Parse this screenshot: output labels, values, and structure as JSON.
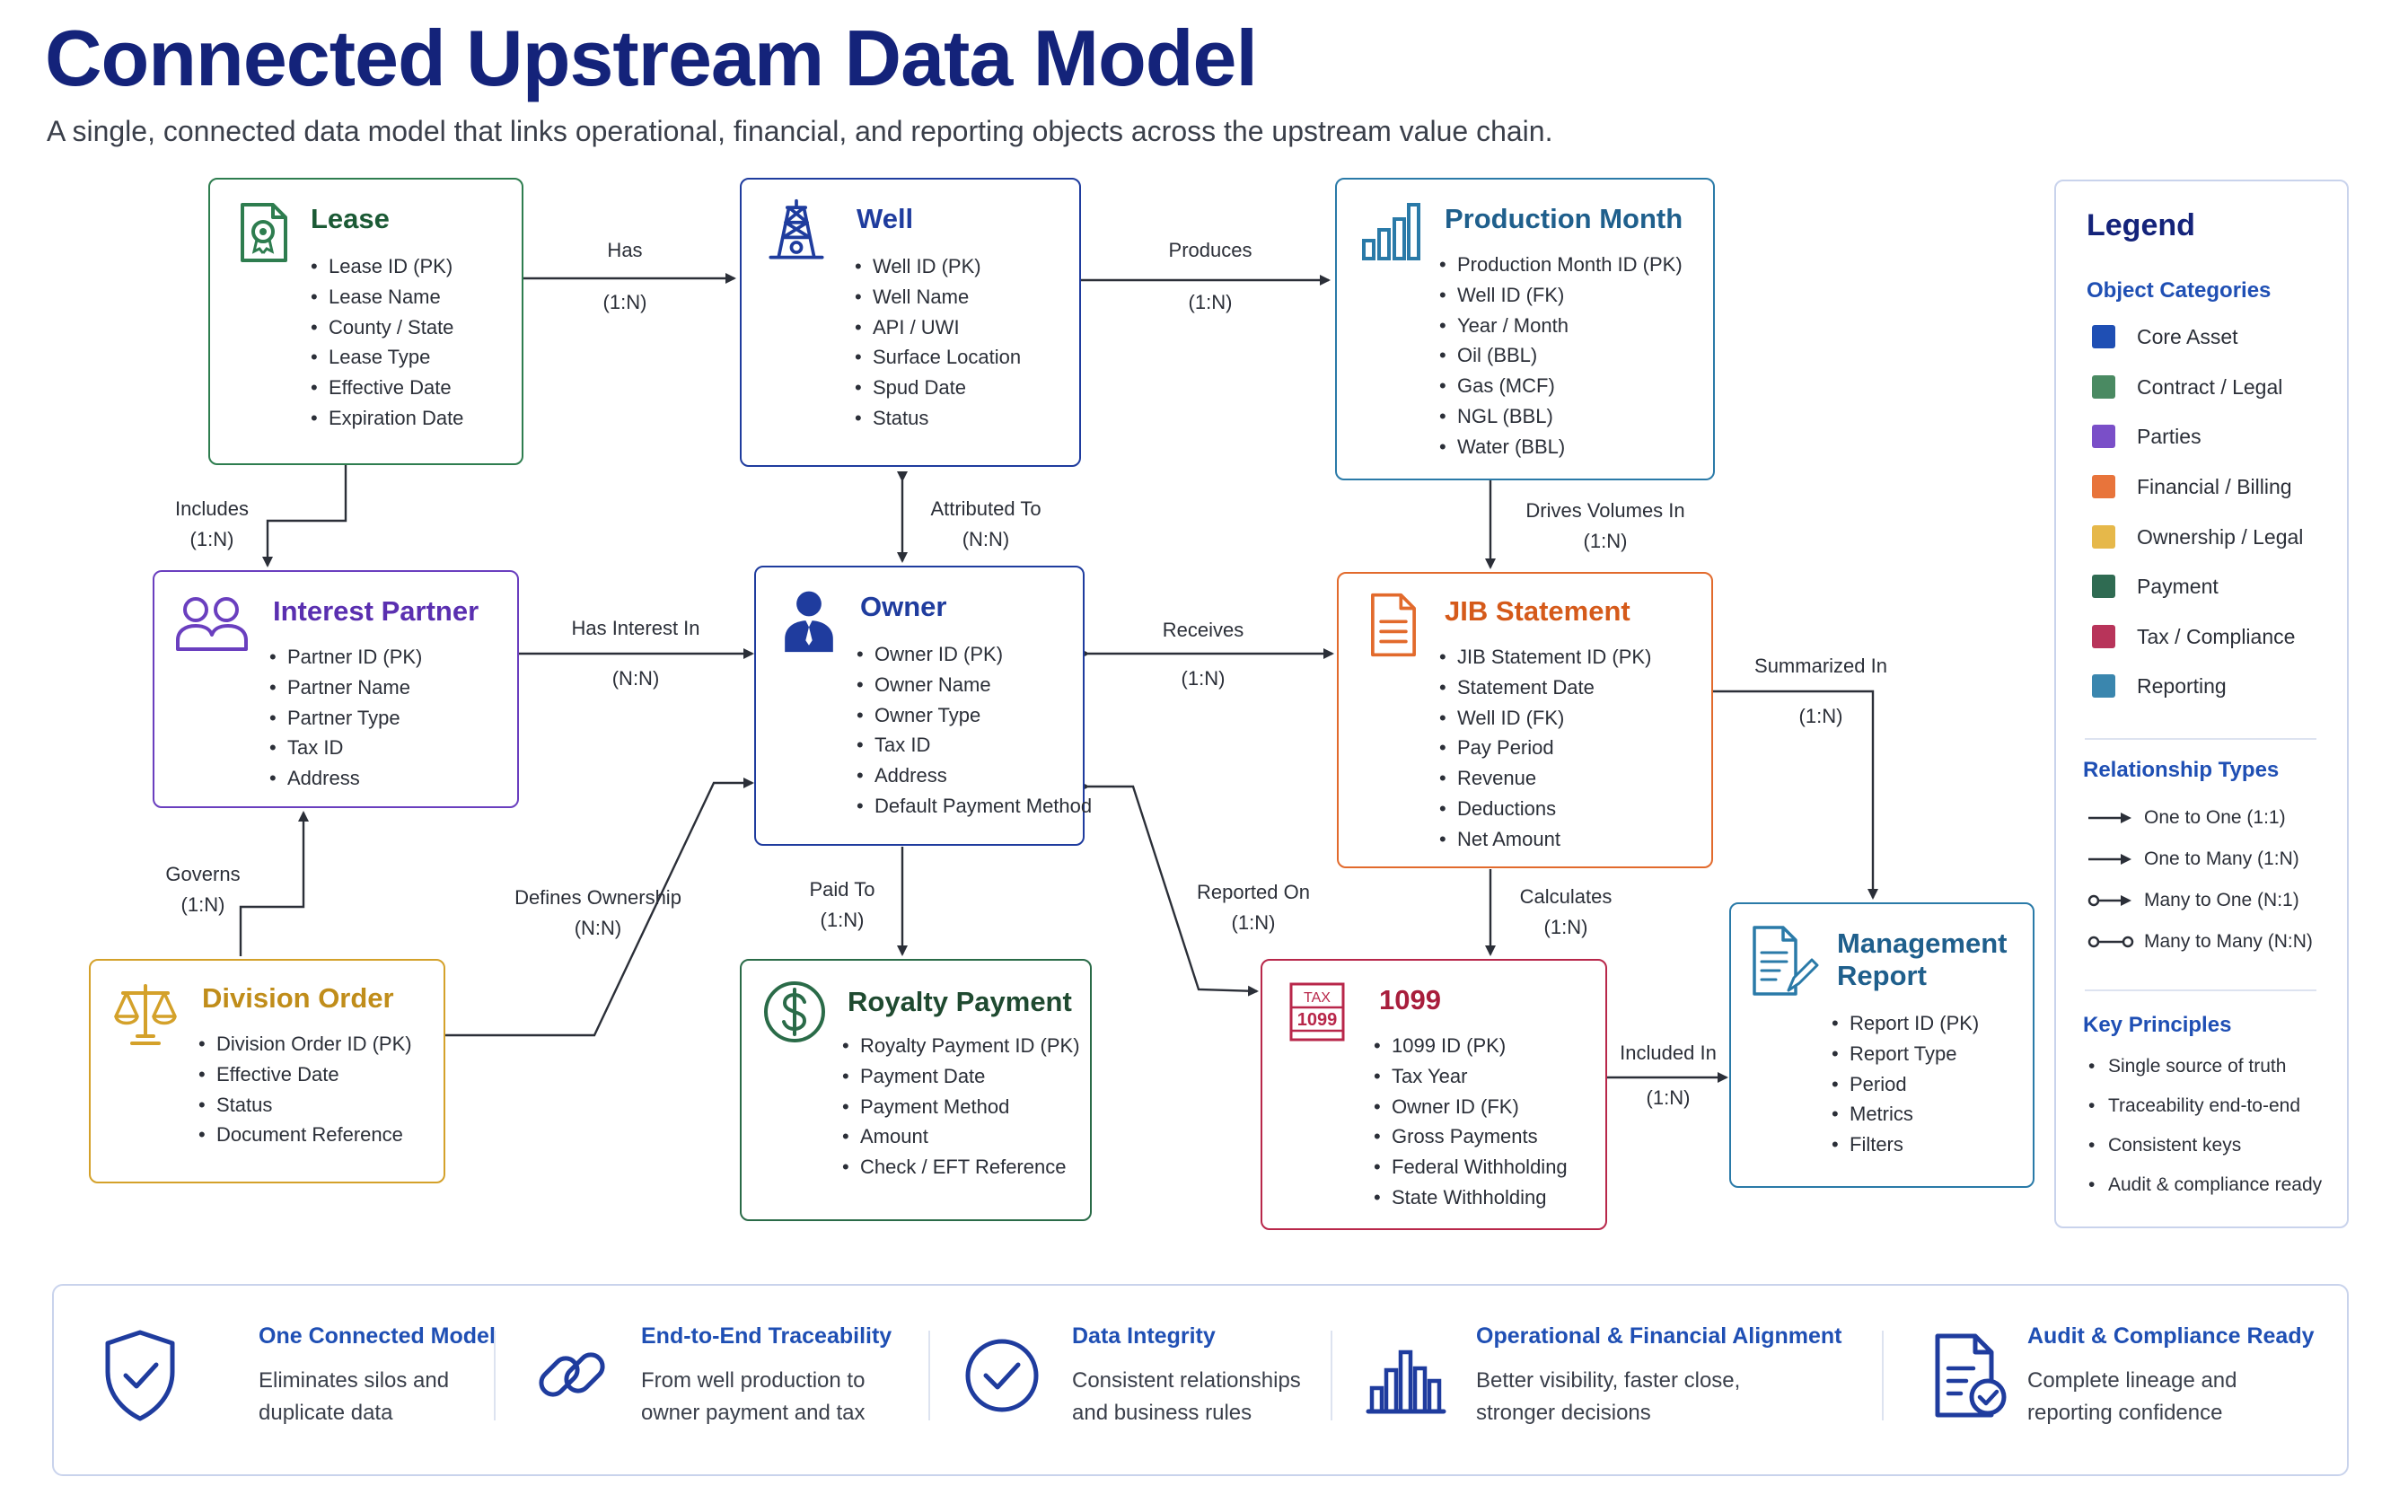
{
  "title": "Connected Upstream Data Model",
  "subtitle": "A single, connected data model that links operational, financial, and reporting objects across the upstream value chain.",
  "entities": {
    "lease": {
      "title": "Lease",
      "color": "#2e7d4f",
      "icon": "lease-certificate-icon",
      "fields": [
        "Lease ID (PK)",
        "Lease Name",
        "County / State",
        "Lease Type",
        "Effective Date",
        "Expiration Date"
      ]
    },
    "well": {
      "title": "Well",
      "color": "#1f3c9e",
      "icon": "oil-rig-icon",
      "fields": [
        "Well ID (PK)",
        "Well Name",
        "API / UWI",
        "Surface Location",
        "Spud Date",
        "Status"
      ]
    },
    "production_month": {
      "title": "Production Month",
      "color": "#2a7aa8",
      "icon": "bar-chart-icon",
      "fields": [
        "Production Month ID (PK)",
        "Well ID (FK)",
        "Year / Month",
        "Oil (BBL)",
        "Gas (MCF)",
        "NGL (BBL)",
        "Water (BBL)"
      ]
    },
    "interest_partner": {
      "title": "Interest Partner",
      "color": "#6a3fbf",
      "icon": "partners-icon",
      "fields": [
        "Partner ID (PK)",
        "Partner Name",
        "Partner Type",
        "Tax ID",
        "Address"
      ]
    },
    "owner": {
      "title": "Owner",
      "color": "#1f3c9e",
      "icon": "owner-person-icon",
      "fields": [
        "Owner ID (PK)",
        "Owner Name",
        "Owner Type",
        "Tax ID",
        "Address",
        "Default Payment Method"
      ]
    },
    "jib_statement": {
      "title": "JIB Statement",
      "color": "#e26a2c",
      "icon": "document-icon",
      "fields": [
        "JIB Statement ID (PK)",
        "Statement Date",
        "Well ID (FK)",
        "Pay Period",
        "Revenue",
        "Deductions",
        "Net Amount"
      ]
    },
    "division_order": {
      "title": "Division Order",
      "color": "#d4a12a",
      "icon": "scales-icon",
      "fields": [
        "Division Order ID (PK)",
        "Effective Date",
        "Status",
        "Document Reference"
      ]
    },
    "royalty_payment": {
      "title": "Royalty Payment",
      "color": "#2a6b48",
      "icon": "dollar-circle-icon",
      "fields": [
        "Royalty Payment ID (PK)",
        "Payment Date",
        "Payment Method",
        "Amount",
        "Check / EFT Reference"
      ]
    },
    "form_1099": {
      "title": "1099",
      "color": "#b8274a",
      "icon": "tax-1099-icon",
      "icon_text_top": "TAX",
      "icon_text_bottom": "1099",
      "fields": [
        "1099 ID (PK)",
        "Tax Year",
        "Owner ID (FK)",
        "Gross Payments",
        "Federal Withholding",
        "State Withholding"
      ]
    },
    "management_report": {
      "title": "Management Report",
      "color": "#2a7aa8",
      "icon": "report-icon",
      "fields": [
        "Report ID (PK)",
        "Report Type",
        "Period",
        "Metrics",
        "Filters"
      ]
    }
  },
  "relationships": [
    {
      "label": "Has",
      "cardinality": "(1:N)"
    },
    {
      "label": "Produces",
      "cardinality": "(1:N)"
    },
    {
      "label": "Includes",
      "cardinality": "(1:N)"
    },
    {
      "label": "Attributed To",
      "cardinality": "(N:N)"
    },
    {
      "label": "Drives Volumes In",
      "cardinality": "(1:N)"
    },
    {
      "label": "Has Interest In",
      "cardinality": "(N:N)"
    },
    {
      "label": "Receives",
      "cardinality": "(1:N)"
    },
    {
      "label": "Summarized In",
      "cardinality": "(1:N)"
    },
    {
      "label": "Governs",
      "cardinality": "(1:N)"
    },
    {
      "label": "Defines Ownership",
      "cardinality": "(N:N)"
    },
    {
      "label": "Paid To",
      "cardinality": "(1:N)"
    },
    {
      "label": "Reported On",
      "cardinality": "(1:N)"
    },
    {
      "label": "Calculates",
      "cardinality": "(1:N)"
    },
    {
      "label": "Included In",
      "cardinality": "(1:N)"
    }
  ],
  "legend": {
    "title": "Legend",
    "categories_title": "Object Categories",
    "categories": [
      {
        "label": "Core Asset",
        "color": "#1f4fb4"
      },
      {
        "label": "Contract / Legal",
        "color": "#4a8a62"
      },
      {
        "label": "Parties",
        "color": "#7a4fc8"
      },
      {
        "label": "Financial / Billing",
        "color": "#e8743b"
      },
      {
        "label": "Ownership / Legal",
        "color": "#e6b84a"
      },
      {
        "label": "Payment",
        "color": "#2f6b52"
      },
      {
        "label": "Tax / Compliance",
        "color": "#b8345a"
      },
      {
        "label": "Reporting",
        "color": "#3a86ae"
      }
    ],
    "relationship_types_title": "Relationship Types",
    "relationship_types": [
      {
        "label": "One to One (1:1)",
        "style": "arrow"
      },
      {
        "label": "One to Many (1:N)",
        "style": "arrow"
      },
      {
        "label": "Many to One (N:1)",
        "style": "circle-arrow"
      },
      {
        "label": "Many to Many (N:N)",
        "style": "circle-circle"
      }
    ],
    "principles_title": "Key Principles",
    "principles": [
      "Single source of truth",
      "Traceability end-to-end",
      "Consistent keys",
      "Audit & compliance ready"
    ]
  },
  "benefits": [
    {
      "title": "One Connected Model",
      "desc1": "Eliminates silos and",
      "desc2": "duplicate data",
      "icon": "shield-check-icon"
    },
    {
      "title": "End-to-End Traceability",
      "desc1": "From well production to",
      "desc2": "owner payment and tax",
      "icon": "link-icon"
    },
    {
      "title": "Data Integrity",
      "desc1": "Consistent relationships",
      "desc2": "and business rules",
      "icon": "check-circle-icon"
    },
    {
      "title": "Operational & Financial Alignment",
      "desc1": "Better visibility, faster close,",
      "desc2": "stronger decisions",
      "icon": "bar-chart-icon"
    },
    {
      "title": "Audit & Compliance Ready",
      "desc1": "Complete lineage and",
      "desc2": "reporting confidence",
      "icon": "document-check-icon"
    }
  ]
}
